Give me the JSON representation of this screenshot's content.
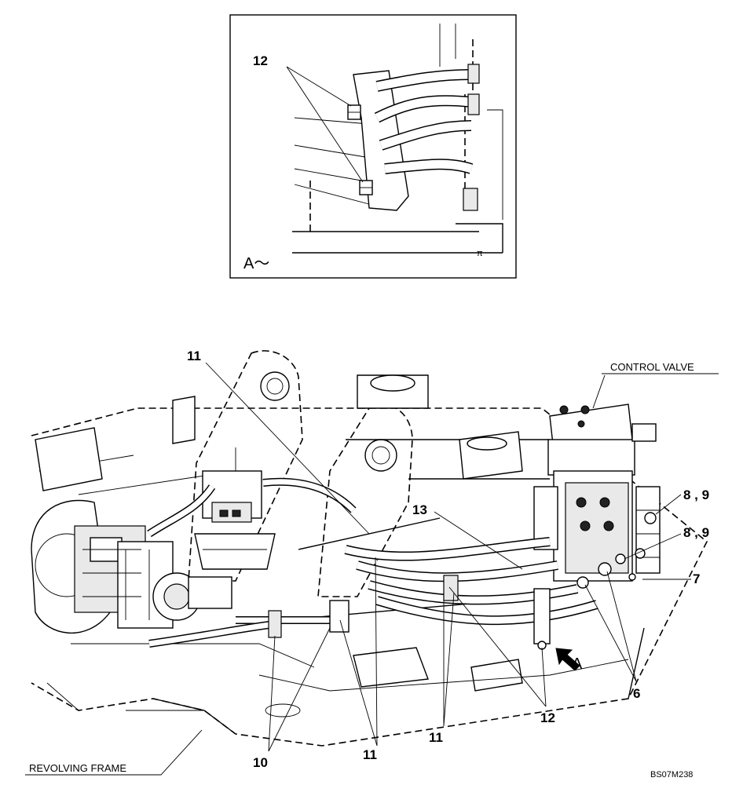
{
  "inset": {
    "view_label": "A～",
    "callout_12": "12"
  },
  "labels": {
    "control_valve": "CONTROL VALVE",
    "revolving_frame": "REVOLVING FRAME",
    "arrow_view": "A",
    "figure_code": "BS07M238"
  },
  "callouts": {
    "c11_top": "11",
    "c13": "13",
    "c8_9_upper": "8 , 9",
    "c8_9_lower": "8 , 9",
    "c7": "7",
    "c6": "6",
    "c12": "12",
    "c11_right": "11",
    "c11_bottom": "11",
    "c10": "10"
  }
}
